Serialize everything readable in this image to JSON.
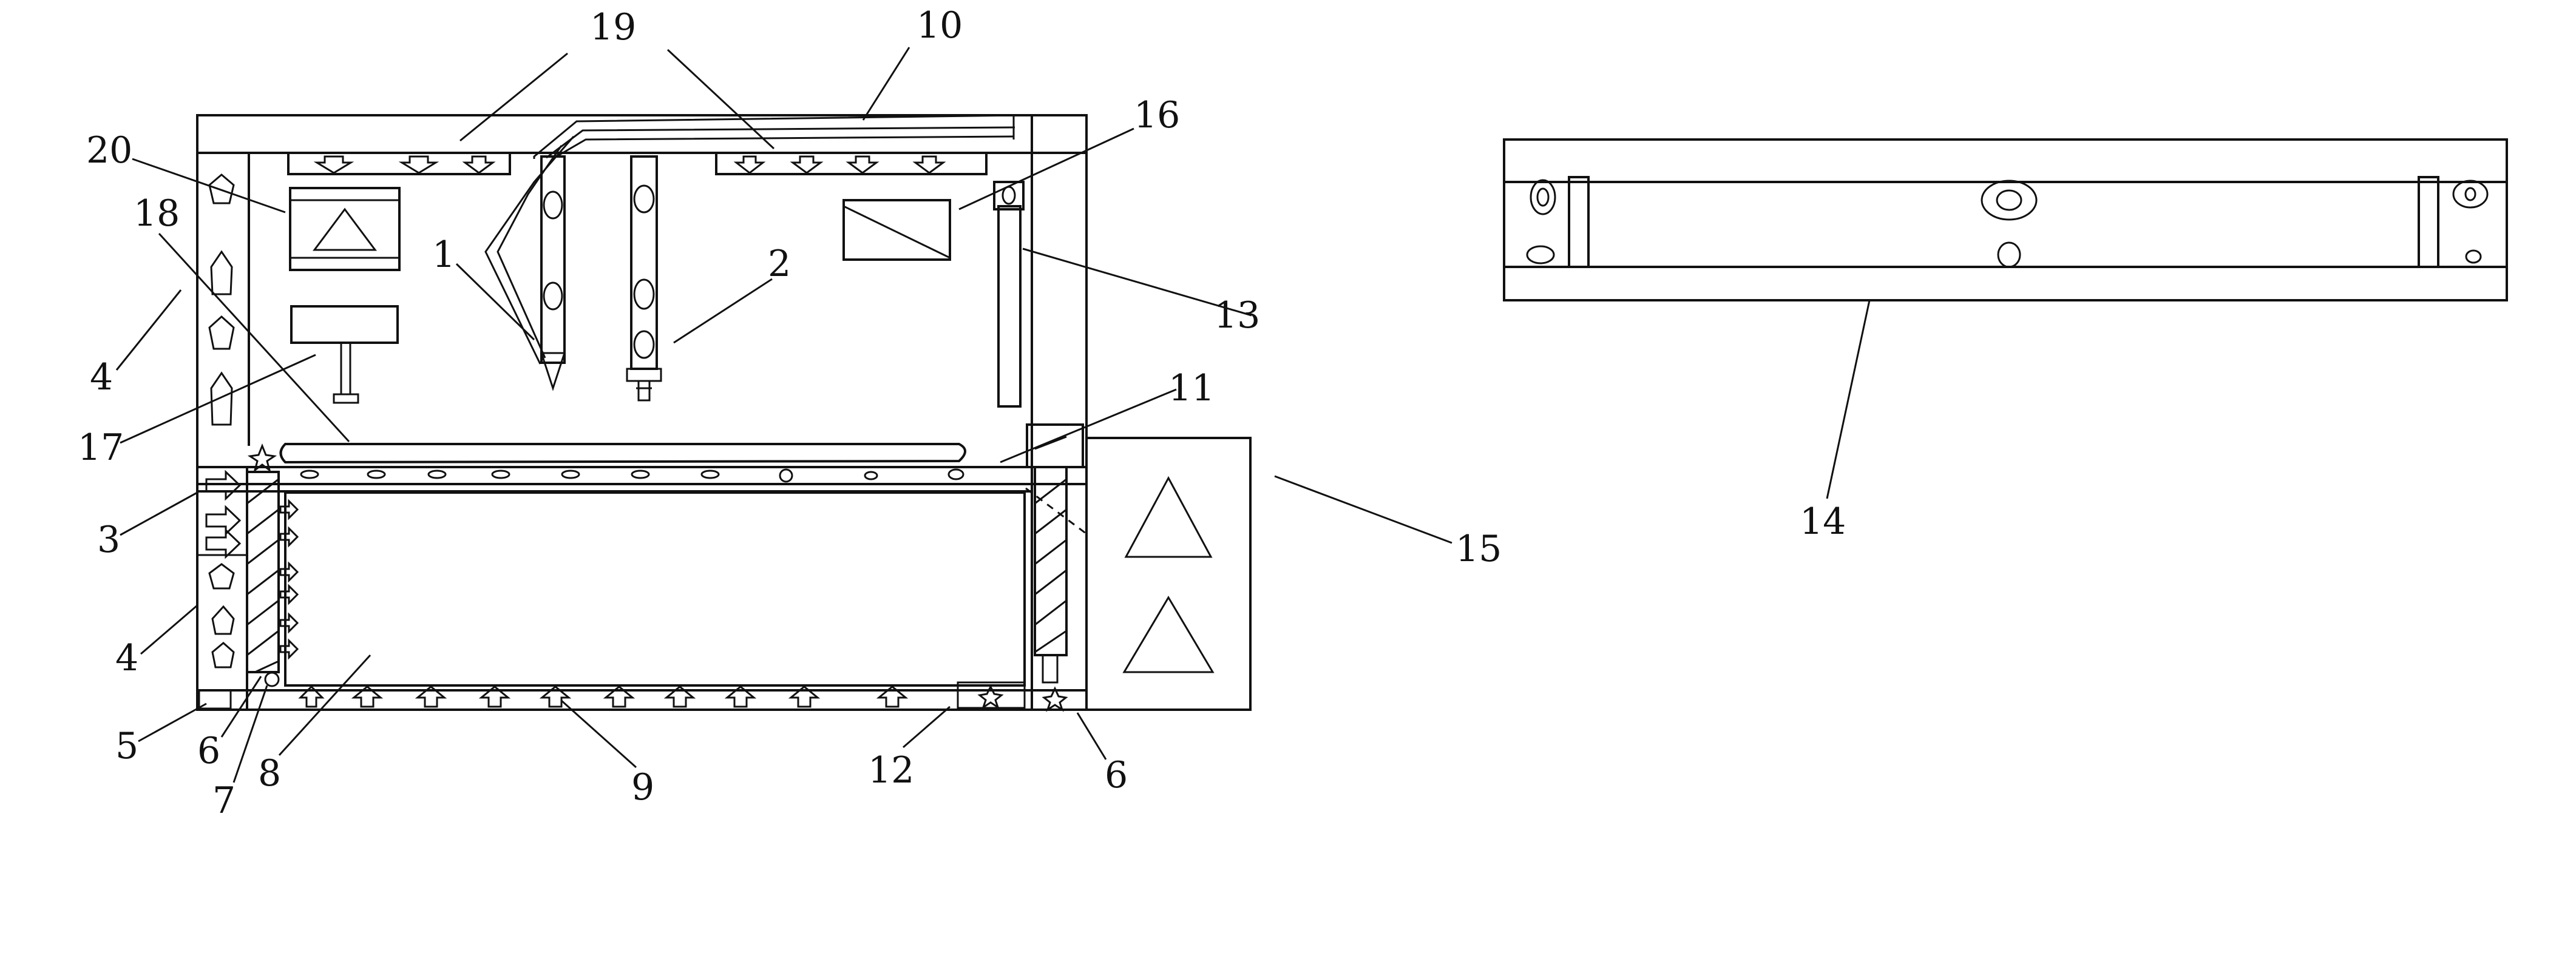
{
  "figure": {
    "line_color": "#111111",
    "background": "#ffffff"
  },
  "labels": {
    "l1": "1",
    "l2": "2",
    "l3": "3",
    "l4a": "4",
    "l4b": "4",
    "l5": "5",
    "l6a": "6",
    "l6b": "6",
    "l7": "7",
    "l8": "8",
    "l9": "9",
    "l10": "10",
    "l11": "11",
    "l12": "12",
    "l13": "13",
    "l14": "14",
    "l15": "15",
    "l16": "16",
    "l17": "17",
    "l18": "18",
    "l19": "19",
    "l20": "20"
  }
}
